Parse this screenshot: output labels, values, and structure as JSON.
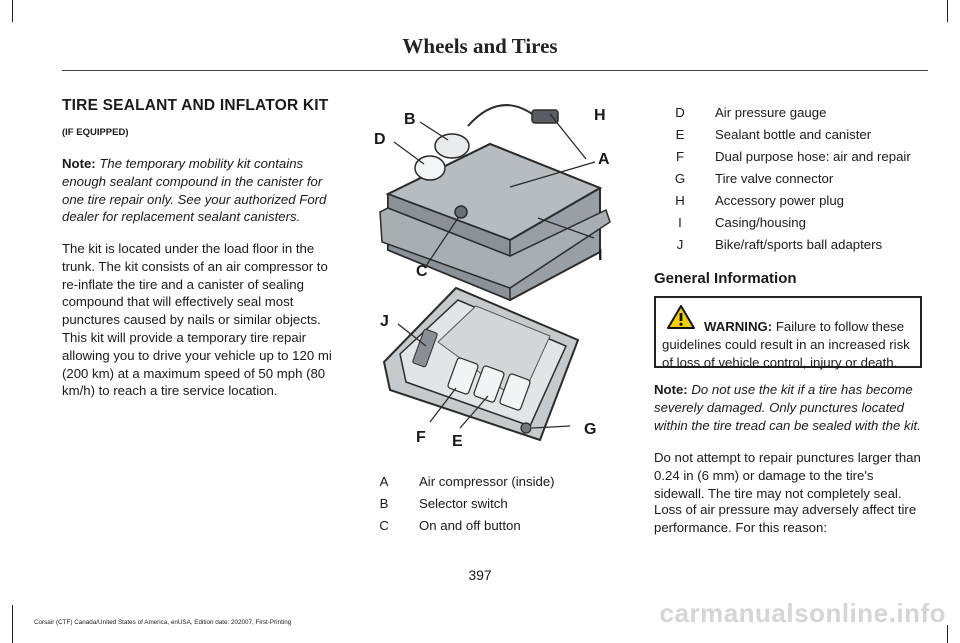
{
  "header": {
    "title": "Wheels and Tires"
  },
  "section": {
    "title": "TIRE SEALANT AND INFLATOR KIT",
    "subtitle": "(IF EQUIPPED)",
    "note_label": "Note:",
    "note_text": "The temporary mobility kit contains enough sealant compound in the canister for one tire repair only. See your authorized Ford dealer for replacement sealant canisters.",
    "paragraph": "The kit is located under the load floor in the trunk. The kit consists of an air compressor to re-inflate the tire and a canister of sealing compound that will effectively seal most punctures caused by nails or similar objects. This kit will provide a temporary tire repair allowing you to drive your vehicle up to 120 mi (200 km) at a maximum speed of 50 mph (80 km/h) to reach a tire service location."
  },
  "figure": {
    "callouts": [
      "A",
      "B",
      "C",
      "D",
      "E",
      "F",
      "G",
      "H",
      "I",
      "J"
    ],
    "image_id": "E310096"
  },
  "legend": [
    {
      "code": "A",
      "label": "Air compressor (inside)"
    },
    {
      "code": "B",
      "label": "Selector switch"
    },
    {
      "code": "C",
      "label": "On and off button"
    },
    {
      "code": "D",
      "label": "Air pressure gauge"
    },
    {
      "code": "E",
      "label": "Sealant bottle and canister"
    },
    {
      "code": "F",
      "label": "Dual purpose hose: air and repair"
    },
    {
      "code": "G",
      "label": "Tire valve connector"
    },
    {
      "code": "H",
      "label": "Accessory power plug"
    },
    {
      "code": "I",
      "label": "Casing/housing"
    },
    {
      "code": "J",
      "label": "Bike/raft/sports ball adapters"
    }
  ],
  "general_info": {
    "title": "General Information",
    "warning_label": "WARNING:",
    "warning_text": "Failure to follow these guidelines could result in an increased risk of loss of vehicle control, injury or death.",
    "note_label": "Note:",
    "note_text": "Do not use the kit if a tire has become severely damaged. Only punctures located within the tire tread can be sealed with the kit.",
    "para1": "Do not attempt to repair punctures larger than 0.24 in (6 mm) or damage to the tire's sidewall. The tire may not completely seal.",
    "para2": "Loss of air pressure may adversely affect tire performance. For this reason:"
  },
  "footer": {
    "page_number": "397",
    "edition": "Corsair (CTF) Canada/United States of America, enUSA, Edition date: 202007, First-Printing",
    "watermark": "carmanualsonline.info"
  }
}
